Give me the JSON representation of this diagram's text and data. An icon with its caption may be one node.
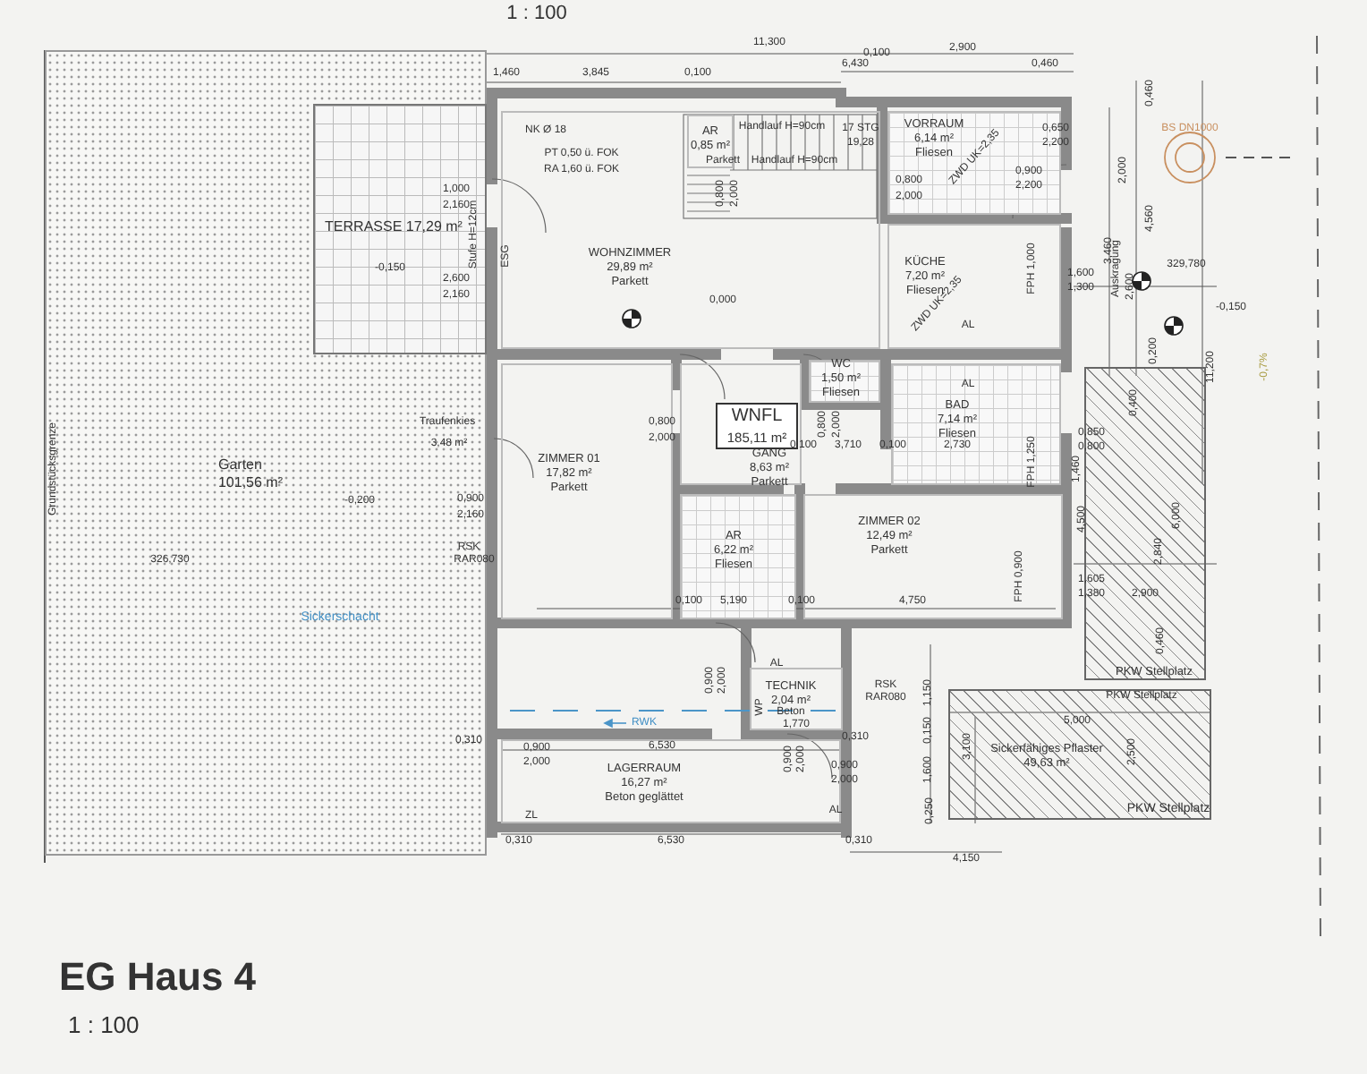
{
  "diagram": {
    "title": "EG Haus 4",
    "caption": "1 : 100",
    "nodes": [
      {
        "text": [
          "Garten",
          "101,56 m²"
        ]
      },
      {
        "text": [
          "TERRASSE 17,29 m²"
        ],
        "in": 0
      },
      {
        "text": [
          "WOHNZIMMER",
          "29,89 m²",
          "Parkett"
        ]
      },
      {
        "text": [
          "AR",
          "0,85 m²"
        ],
        "in": 2
      },
      {
        "text": [
          "VORRAUM",
          "6,14 m²",
          "Fliesen"
        ]
      },
      {
        "text": [
          "KÜCHE",
          "7,20 m²",
          "Fliesen"
        ]
      },
      {
        "text": [
          "ZIMMER 01",
          "17,82 m²",
          "Parkett"
        ]
      },
      {
        "text": [
          "GANG",
          "8,63 m²",
          "Parkett"
        ]
      },
      {
        "text": [
          "WNFL",
          "185,11 m²"
        ],
        "in": 7
      },
      {
        "text": [
          "WC",
          "1,50 m²",
          "Fliesen"
        ]
      },
      {
        "text": [
          "BAD",
          "7,14 m²",
          "Fliesen"
        ]
      },
      {
        "text": [
          "AR",
          "6,22 m²",
          "Fliesen"
        ]
      },
      {
        "text": [
          "ZIMMER 02",
          "12,49 m²",
          "Parkett"
        ]
      },
      {
        "text": [
          "TECHNIK",
          "2,04 m²"
        ]
      },
      {
        "text": [
          "LAGERRAUM",
          "16,27 m²",
          "Beton geglättet"
        ]
      },
      {
        "text": [
          "PKW Stellplatz"
        ]
      },
      {
        "text": [
          "Sickerfähiges Pflaster",
          "49,63 m²"
        ]
      }
    ],
    "labels": [
      "1 : 100",
      "11,300",
      "6,430",
      "0,100",
      "2,900",
      "0,460",
      "1,460",
      "3,845",
      "0,100",
      "NK Ø 18",
      "PT 0,50 ü. FOK",
      "RA 1,60 ü. FOK",
      "Handlauf H=90cm",
      "17 STG",
      "19,28",
      "Parkett",
      "Handlauf H=90cm",
      "0,800",
      "2,000",
      "0,800",
      "2,000",
      "ZWD UK=2,35",
      "0,900",
      "2,200",
      "0,650",
      "2,200",
      "ESG",
      "0,000",
      "ZWD UK=2,35",
      "FPH 1,000",
      "AL",
      "1,000",
      "2,160",
      "Stufe H=12cm",
      "-0,150",
      "2,600",
      "2,160",
      "Traufenkies",
      "3,48 m²",
      "-0,200",
      "0,900",
      "2,160",
      "Grundstücksgrenze",
      "326,730",
      "Sickerschacht",
      "RSK",
      "RAR080",
      "0,800",
      "2,000",
      "0,100",
      "3,710",
      "0,100",
      "0,800",
      "2,000",
      "AL",
      "2,730",
      "FPH 1,250",
      "FPH 0,900",
      "0,100",
      "5,190",
      "0,100",
      "4,750",
      "BS DN1000",
      "0,460",
      "2,000",
      "4,560",
      "3,460",
      "Auskragung",
      "2,600",
      "1,600",
      "1,300",
      "329,780",
      "-0,150",
      "-0,7%",
      "0,200",
      "11,200",
      "0,850",
      "0,800",
      "0,400",
      "1,460",
      "4,500",
      "2,840",
      "6,000",
      "1,605",
      "1,380",
      "2,900",
      "0,460",
      "PKW Stellplatz",
      "0,900",
      "2,000",
      "AL",
      "WP",
      "Beton",
      "1,770",
      "RSK",
      "RAR080",
      "1,150",
      "0,150",
      "1,600",
      "0,250",
      "0,310",
      "0,900",
      "2,000",
      "0,900",
      "2,000",
      "AL",
      "RWK",
      "0,310",
      "0,900",
      "6,530",
      "2,000",
      "ZL",
      "0,310",
      "6,530",
      "0,310",
      "4,150",
      "5,000",
      "3,100",
      "2,500",
      "PKW Stellplatz"
    ]
  }
}
